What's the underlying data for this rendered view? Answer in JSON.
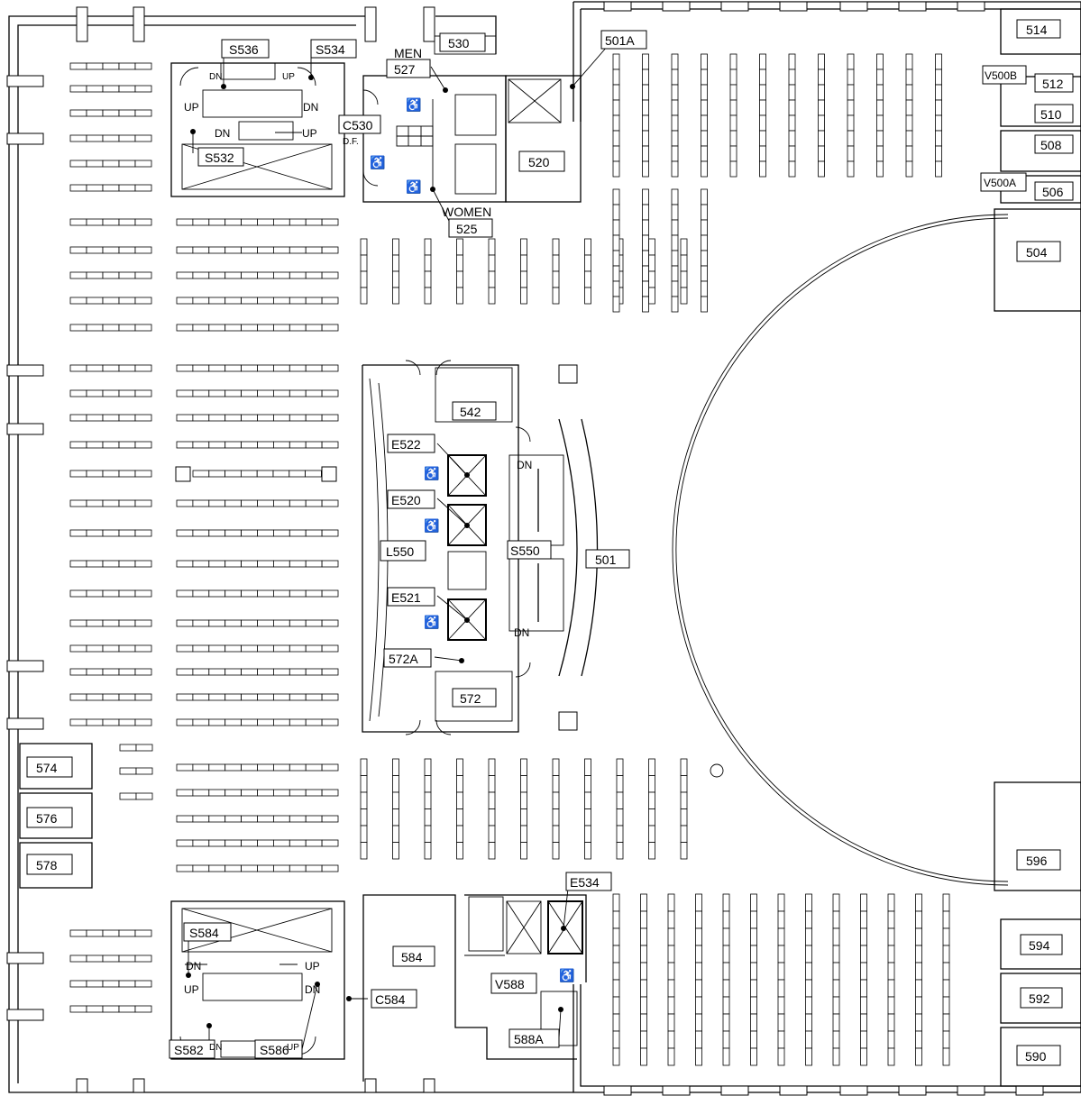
{
  "rooms": {
    "r530": "530",
    "r527": "527",
    "r525": "525",
    "r520": "520",
    "r501A": "501A",
    "r514": "514",
    "r512": "512",
    "r510": "510",
    "r508": "508",
    "r506": "506",
    "r504": "504",
    "rV500B": "V500B",
    "rV500A": "V500A",
    "r542": "542",
    "rE522": "E522",
    "rE520": "E520",
    "rL550": "L550",
    "rS550": "S550",
    "r501": "501",
    "rE521": "E521",
    "r572A": "572A",
    "r572": "572",
    "rS536": "S536",
    "rS534": "S534",
    "rS532": "S532",
    "rC530": "C530",
    "r574": "574",
    "r576": "576",
    "r578": "578",
    "rE534": "E534",
    "r584": "584",
    "rV588": "V588",
    "rC584": "C584",
    "r588A": "588A",
    "rS584": "S584",
    "rS582": "S582",
    "rS586": "S586",
    "r596": "596",
    "r594": "594",
    "r592": "592",
    "r590": "590"
  },
  "labels": {
    "men": "MEN",
    "women": "WOMEN",
    "df": "D.F.",
    "up": "UP",
    "dn": "DN"
  },
  "icons": {
    "accessible": "wheelchair-icon",
    "elevator": "elevator-icon"
  }
}
